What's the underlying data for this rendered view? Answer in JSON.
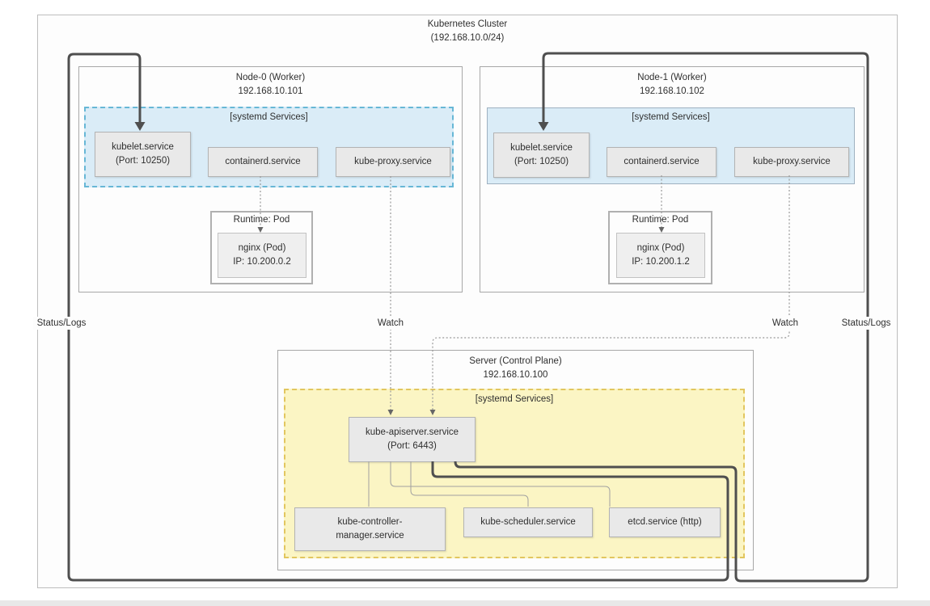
{
  "cluster": {
    "title": "Kubernetes Cluster",
    "subnet": "(192.168.10.0/24)"
  },
  "nodes": [
    {
      "title": "Node-0 (Worker)",
      "ip": "192.168.10.101",
      "systemd_label": "[systemd Services]",
      "kubelet": {
        "line1": "kubelet.service",
        "line2": "(Port: 10250)"
      },
      "containerd": "containerd.service",
      "kube_proxy": "kube-proxy.service",
      "runtime_label": "Runtime: Pod",
      "pod": {
        "line1": "nginx (Pod)",
        "line2": "IP: 10.200.0.2"
      }
    },
    {
      "title": "Node-1 (Worker)",
      "ip": "192.168.10.102",
      "systemd_label": "[systemd Services]",
      "kubelet": {
        "line1": "kubelet.service",
        "line2": "(Port: 10250)"
      },
      "containerd": "containerd.service",
      "kube_proxy": "kube-proxy.service",
      "runtime_label": "Runtime: Pod",
      "pod": {
        "line1": "nginx (Pod)",
        "line2": "IP: 10.200.1.2"
      }
    }
  ],
  "control_plane": {
    "title": "Server (Control Plane)",
    "ip": "192.168.10.100",
    "systemd_label": "[systemd Services]",
    "apiserver": {
      "line1": "kube-apiserver.service",
      "line2": "(Port: 6443)"
    },
    "controller_manager": {
      "line1": "kube-controller-",
      "line2": "manager.service"
    },
    "scheduler": "kube-scheduler.service",
    "etcd": "etcd.service (http)"
  },
  "edge_labels": {
    "status_logs_left": "Status/Logs",
    "watch_left": "Watch",
    "watch_right": "Watch",
    "status_logs_right": "Status/Logs"
  },
  "colors": {
    "systemd_node_fill": "#daecf7",
    "systemd_node0_border": "#67b7d6",
    "systemd_node1_border": "#9fb1c1",
    "systemd_server_fill": "#fbf5c4",
    "systemd_server_border": "#e2c65f",
    "service_box_fill": "#e9e9e9",
    "connector_dark": "#4f4f4f",
    "connector_light": "#a0a0a0"
  }
}
